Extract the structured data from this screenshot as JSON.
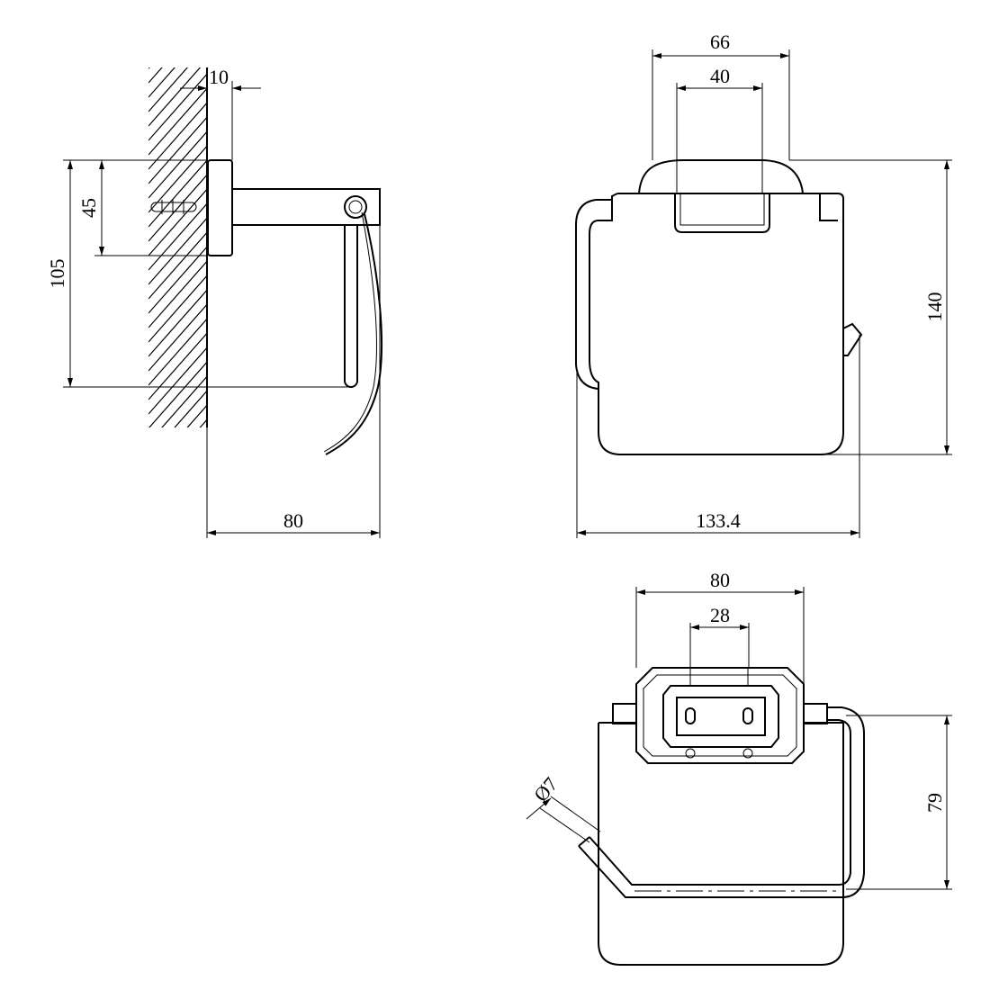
{
  "side_view": {
    "dim_wall_offset": "10",
    "dim_mount_height": "45",
    "dim_total_height": "105",
    "dim_depth": "80"
  },
  "front_view": {
    "dim_outer_width": "66",
    "dim_inner_width": "40",
    "dim_height": "140",
    "dim_total_width": "133.4"
  },
  "top_view": {
    "dim_mount_width": "80",
    "dim_hole_spacing": "28",
    "dim_bar_depth": "79",
    "dim_bar_diameter": "Ø7"
  },
  "colors": {
    "line": "#000000",
    "background": "#ffffff"
  }
}
